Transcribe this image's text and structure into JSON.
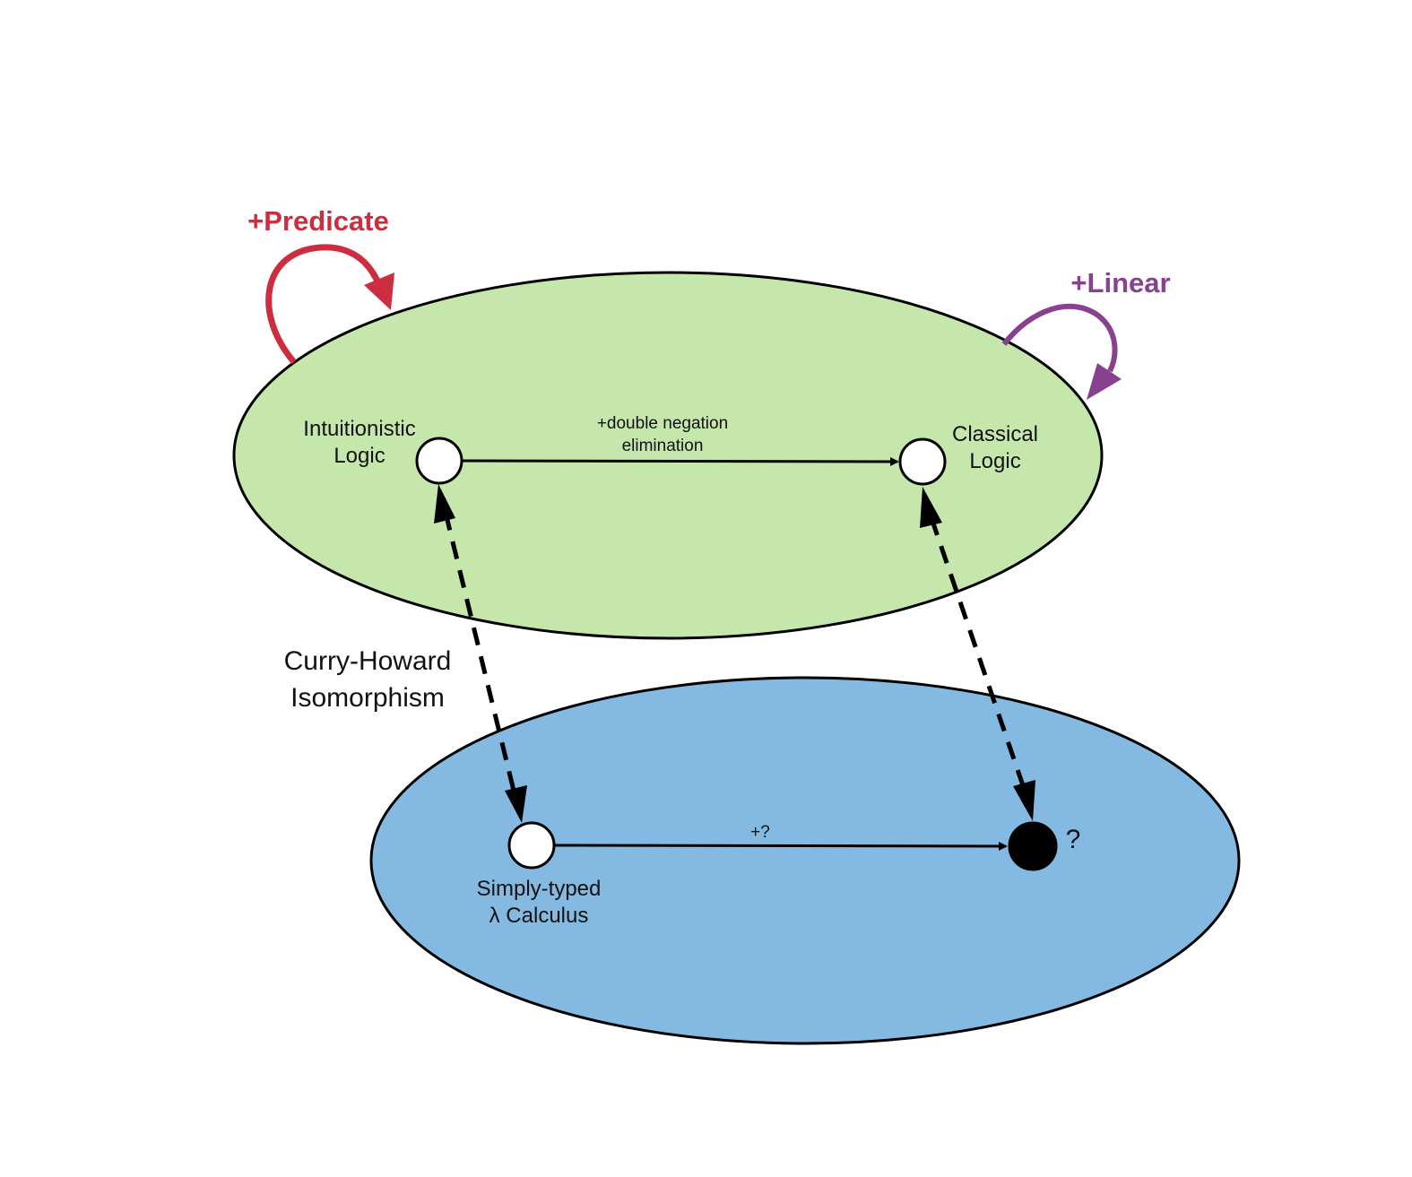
{
  "colors": {
    "logic_fill": "#c6e7ac",
    "calculus_fill": "#84b9e2",
    "predicate": "#cc2e3f",
    "linear": "#87418f",
    "outline": "#000000"
  },
  "predicate_label": "+Predicate",
  "linear_label": "+Linear",
  "intuitionistic": {
    "line1": "Intuitionistic",
    "line2": "Logic"
  },
  "classical": {
    "line1": "Classical",
    "line2": "Logic"
  },
  "double_negation": {
    "line1": "+double negation",
    "line2": "elimination"
  },
  "curry_howard": {
    "line1": "Curry-Howard",
    "line2": "Isomorphism"
  },
  "stlc": {
    "line1": "Simply-typed",
    "line2": "λ Calculus"
  },
  "plus_unknown": "+?",
  "unknown": "?"
}
